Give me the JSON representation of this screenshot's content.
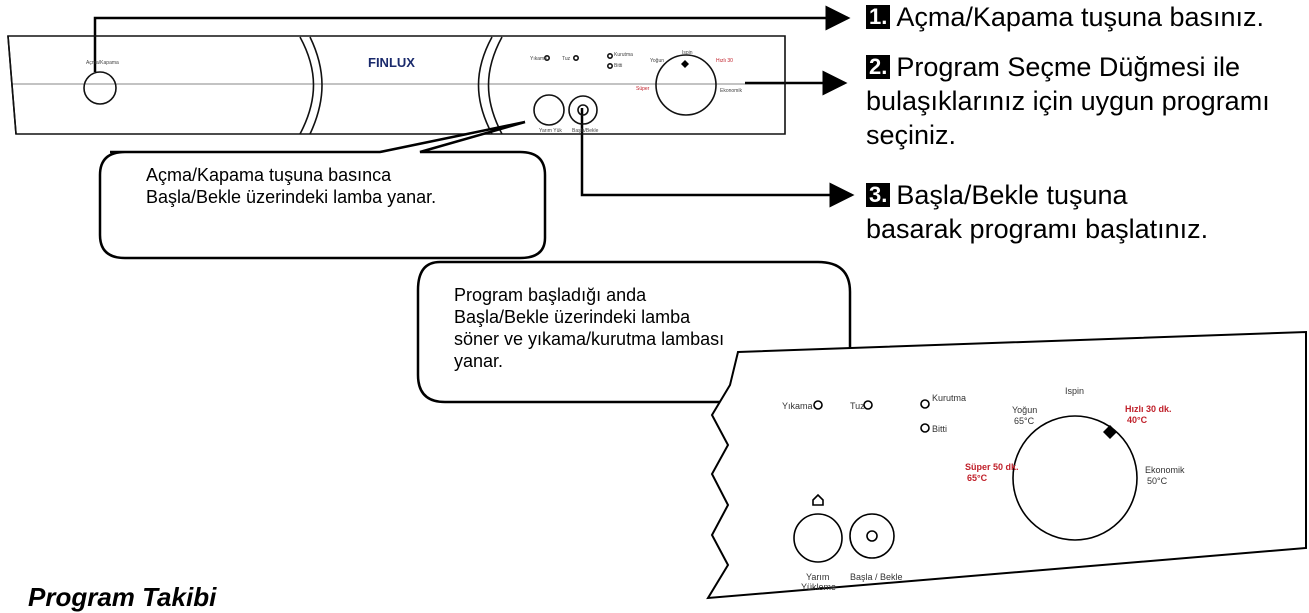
{
  "steps": {
    "s1": {
      "num": "1.",
      "text": "Açma/Kapama tuşuna basınız."
    },
    "s2": {
      "num": "2.",
      "line1": "Program Seçme Düğmesi ile",
      "line2": "bulaşıklarınız için uygun programı",
      "line3": "seçiniz."
    },
    "s3": {
      "num": "3.",
      "line1": "Başla/Bekle tuşuna",
      "line2": "basarak programı başlatınız."
    }
  },
  "bubbles": {
    "b1": {
      "line1": "Açma/Kapama tuşuna basınca",
      "line2": "Başla/Bekle üzerindeki lamba yanar."
    },
    "b2": {
      "line1": "Program başladığı anda",
      "line2": "Başla/Bekle üzerindeki lamba",
      "line3": "söner ve yıkama/kurutma lambası",
      "line4": "yanar."
    }
  },
  "panel": {
    "brand": "FINLUX",
    "red_color": "#c0202a"
  },
  "detail_labels": {
    "yikama": "Yıkama",
    "kurutma": "Kurutma",
    "bitti": "Bitti",
    "yogun": "Yoğun",
    "yogun_temp": "65°C",
    "ispin": "Ispin",
    "hizli": "Hızlı 30 dk.",
    "hizli_temp": "40°C",
    "super": "Süper 50 dk.",
    "super_temp": "65°C",
    "ekonomik": "Ekonomik",
    "ekonomik_temp": "50°C",
    "baslabekle": "Başla / Bekle",
    "yarim": "Yarım",
    "yukleme": "Yükleme"
  },
  "section_title": "Program Takibi"
}
